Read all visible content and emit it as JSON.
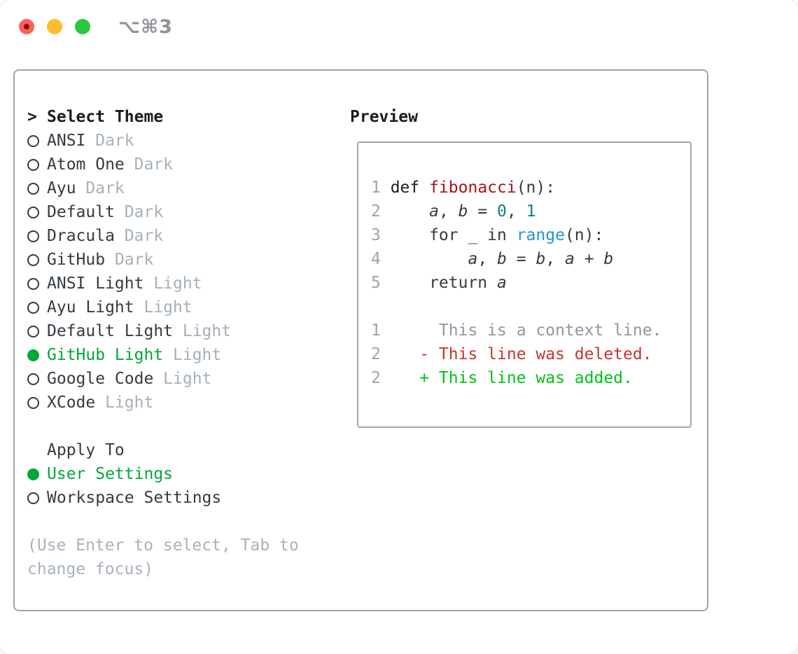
{
  "window": {
    "title": "⌥⌘3",
    "traffic_lights": [
      "close",
      "minimize",
      "zoom"
    ]
  },
  "theme_panel": {
    "header": {
      "marker": ">",
      "label": "Select Theme"
    },
    "items": [
      {
        "name": "ANSI",
        "variant": "Dark",
        "selected": false
      },
      {
        "name": "Atom One",
        "variant": "Dark",
        "selected": false
      },
      {
        "name": "Ayu",
        "variant": "Dark",
        "selected": false
      },
      {
        "name": "Default",
        "variant": "Dark",
        "selected": false
      },
      {
        "name": "Dracula",
        "variant": "Dark",
        "selected": false
      },
      {
        "name": "GitHub",
        "variant": "Dark",
        "selected": false
      },
      {
        "name": "ANSI Light",
        "variant": "Light",
        "selected": false
      },
      {
        "name": "Ayu Light",
        "variant": "Light",
        "selected": false
      },
      {
        "name": "Default Light",
        "variant": "Light",
        "selected": false
      },
      {
        "name": "GitHub Light",
        "variant": "Light",
        "selected": true
      },
      {
        "name": "Google Code",
        "variant": "Light",
        "selected": false
      },
      {
        "name": "XCode",
        "variant": "Light",
        "selected": false
      }
    ],
    "apply_to": {
      "label": "Apply To",
      "options": [
        {
          "name": "User Settings",
          "selected": true
        },
        {
          "name": "Workspace Settings",
          "selected": false
        }
      ]
    },
    "hint_lines": [
      "(Use Enter to select, Tab to",
      "change focus)"
    ]
  },
  "preview": {
    "title": "Preview",
    "lines": [
      {
        "num": "1",
        "tokens": [
          {
            "t": "def ",
            "c": "kw"
          },
          {
            "t": "fibonacci",
            "c": "fn"
          },
          {
            "t": "(n):",
            "c": "fg"
          }
        ]
      },
      {
        "num": "2",
        "tokens": [
          {
            "t": "    ",
            "c": "fg"
          },
          {
            "t": "a",
            "c": "var"
          },
          {
            "t": ", ",
            "c": "fg"
          },
          {
            "t": "b",
            "c": "var"
          },
          {
            "t": " = ",
            "c": "fg"
          },
          {
            "t": "0",
            "c": "num"
          },
          {
            "t": ", ",
            "c": "fg"
          },
          {
            "t": "1",
            "c": "num"
          }
        ]
      },
      {
        "num": "3",
        "tokens": [
          {
            "t": "    for _ in ",
            "c": "fg"
          },
          {
            "t": "range",
            "c": "call"
          },
          {
            "t": "(n):",
            "c": "fg"
          }
        ]
      },
      {
        "num": "4",
        "tokens": [
          {
            "t": "        ",
            "c": "fg"
          },
          {
            "t": "a",
            "c": "var"
          },
          {
            "t": ", ",
            "c": "fg"
          },
          {
            "t": "b",
            "c": "var"
          },
          {
            "t": " = ",
            "c": "fg"
          },
          {
            "t": "b",
            "c": "var"
          },
          {
            "t": ", ",
            "c": "fg"
          },
          {
            "t": "a",
            "c": "var"
          },
          {
            "t": " + ",
            "c": "fg"
          },
          {
            "t": "b",
            "c": "var"
          }
        ]
      },
      {
        "num": "5",
        "tokens": [
          {
            "t": "    return ",
            "c": "fg"
          },
          {
            "t": "a",
            "c": "var"
          }
        ]
      },
      {
        "num": "",
        "tokens": []
      },
      {
        "num": "1",
        "tokens": [
          {
            "t": "     This is a context line.",
            "c": "ctx"
          }
        ]
      },
      {
        "num": "2",
        "tokens": [
          {
            "t": "   ",
            "c": "fg"
          },
          {
            "t": "- This line was deleted.",
            "c": "del"
          }
        ]
      },
      {
        "num": "2",
        "tokens": [
          {
            "t": "   ",
            "c": "fg"
          },
          {
            "t": "+ This line was added.",
            "c": "add"
          }
        ]
      }
    ]
  },
  "palette": {
    "window-bg": "#ffffff",
    "fg": "#343b42",
    "fg-strong": "#1a1e22",
    "muted": "#a6b0ba",
    "hint": "#a8b1bd",
    "line-number": "#9aa4b0",
    "context": "#8f979f",
    "selected-green": "#00a838",
    "added-green": "#00c213",
    "deleted-red": "#ca342b",
    "function-red": "#a81515",
    "number-teal": "#0e7f8c",
    "call-blue": "#2095d2",
    "panel-border": "#9aa4ae",
    "preview-border": "#a0a8b0",
    "title-gray": "#8e9398",
    "traffic-red": "#ff5f57",
    "traffic-red-dot": "#7d1612",
    "traffic-yellow": "#febc2e",
    "traffic-green": "#28c840"
  }
}
